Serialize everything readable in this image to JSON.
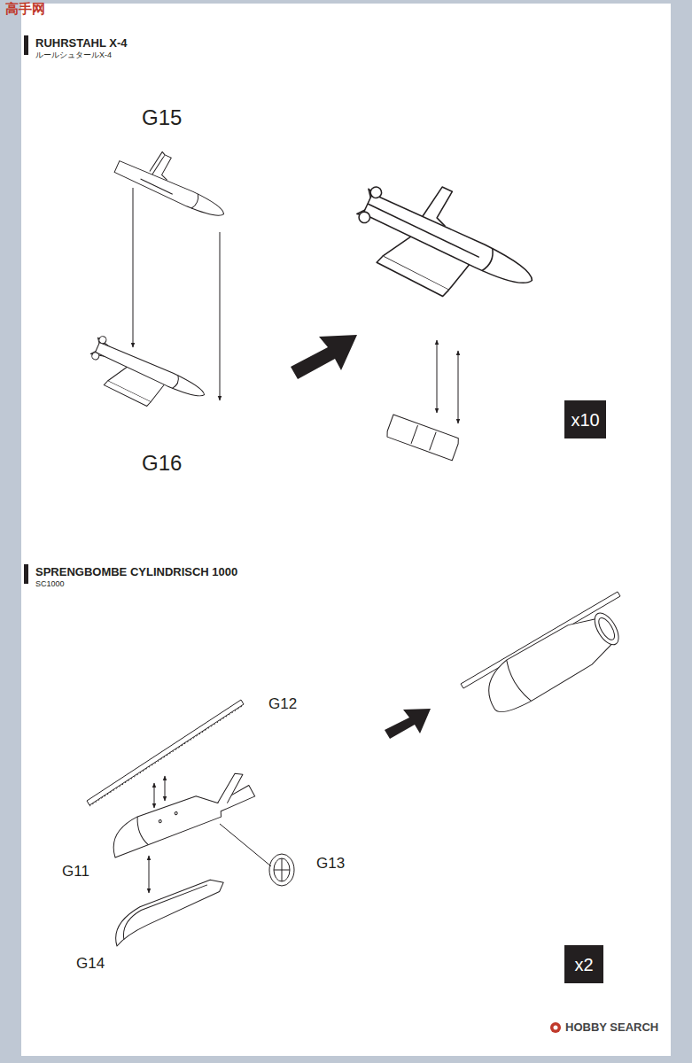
{
  "diagram": {
    "nodes": [
      {
        "text": [
          "x10"
        ]
      },
      {
        "text": [
          "x2"
        ]
      }
    ],
    "labels": [
      "高手网",
      "RUHRSTAHL X-4",
      "ルールシュタールX-4",
      "G15",
      "G16",
      "SPRENGBOMBE CYLINDRISCH 1000",
      "SC1000",
      "G12",
      "G11",
      "G13",
      "G14",
      "HOBBY SEARCH"
    ]
  }
}
